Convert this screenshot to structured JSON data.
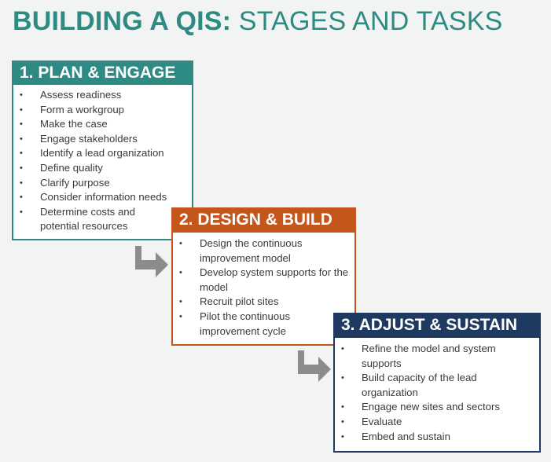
{
  "title": {
    "bold": "BUILDING A QIS:",
    "light": "STAGES AND TASKS"
  },
  "stages": [
    {
      "heading": "1. PLAN & ENGAGE",
      "color": "#2e8b83",
      "items": [
        "Assess readiness",
        "Form a workgroup",
        "Make the case",
        "Engage stakeholders",
        "Identify a lead organization",
        "Define quality",
        "Clarify purpose",
        "Consider information needs",
        "Determine costs and potential resources"
      ]
    },
    {
      "heading": "2. DESIGN & BUILD",
      "color": "#c4561c",
      "items": [
        "Design the continuous improvement model",
        "Develop system supports for the model",
        "Recruit pilot sites",
        "Pilot the continuous improvement cycle"
      ]
    },
    {
      "heading": "3. ADJUST & SUSTAIN",
      "color": "#1f3a60",
      "items": [
        "Refine the model and system supports",
        "Build capacity of the lead organization",
        "Engage new sites and sectors",
        "Evaluate",
        "Embed and sustain"
      ]
    }
  ],
  "bullet_glyph": "•",
  "arrow_color": "#8c8c8c"
}
